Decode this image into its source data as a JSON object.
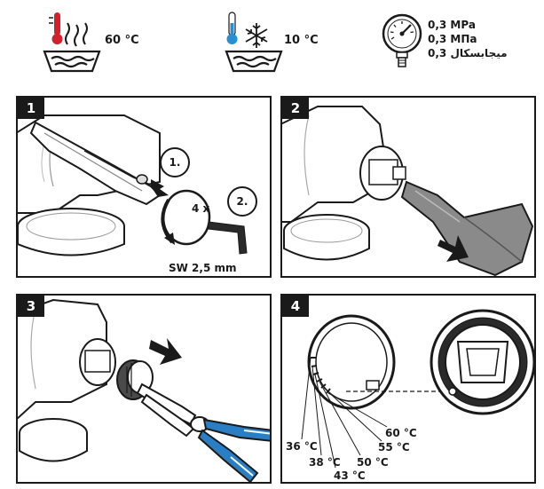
{
  "header": {
    "hot_temp": "60 °C",
    "cold_temp": "10 °C",
    "pressure_lines": [
      "0,3 MPa",
      "0,3 МПа",
      "ميجابسكال 0,3"
    ]
  },
  "panels": [
    {
      "number": "1",
      "step_first": "1.",
      "step_second": "2.",
      "turns": "4 x",
      "tool": "SW 2,5 mm"
    },
    {
      "number": "2"
    },
    {
      "number": "3"
    },
    {
      "number": "4",
      "temps": [
        "36 °C",
        "38 °C",
        "43 °C",
        "50 °C",
        "55 °C",
        "60 °C"
      ]
    }
  ],
  "colors": {
    "ink": "#1a1a1a",
    "hot_red": "#d4202a",
    "cold_blue": "#2a8fd0",
    "pliers_blue": "#2a7fc4",
    "lever_gray": "#8a8a8a"
  },
  "icons": [
    "thermometer-hot-icon",
    "steam-icon",
    "bowl-icon",
    "thermometer-cold-icon",
    "snowflake-icon",
    "pressure-gauge-icon"
  ]
}
